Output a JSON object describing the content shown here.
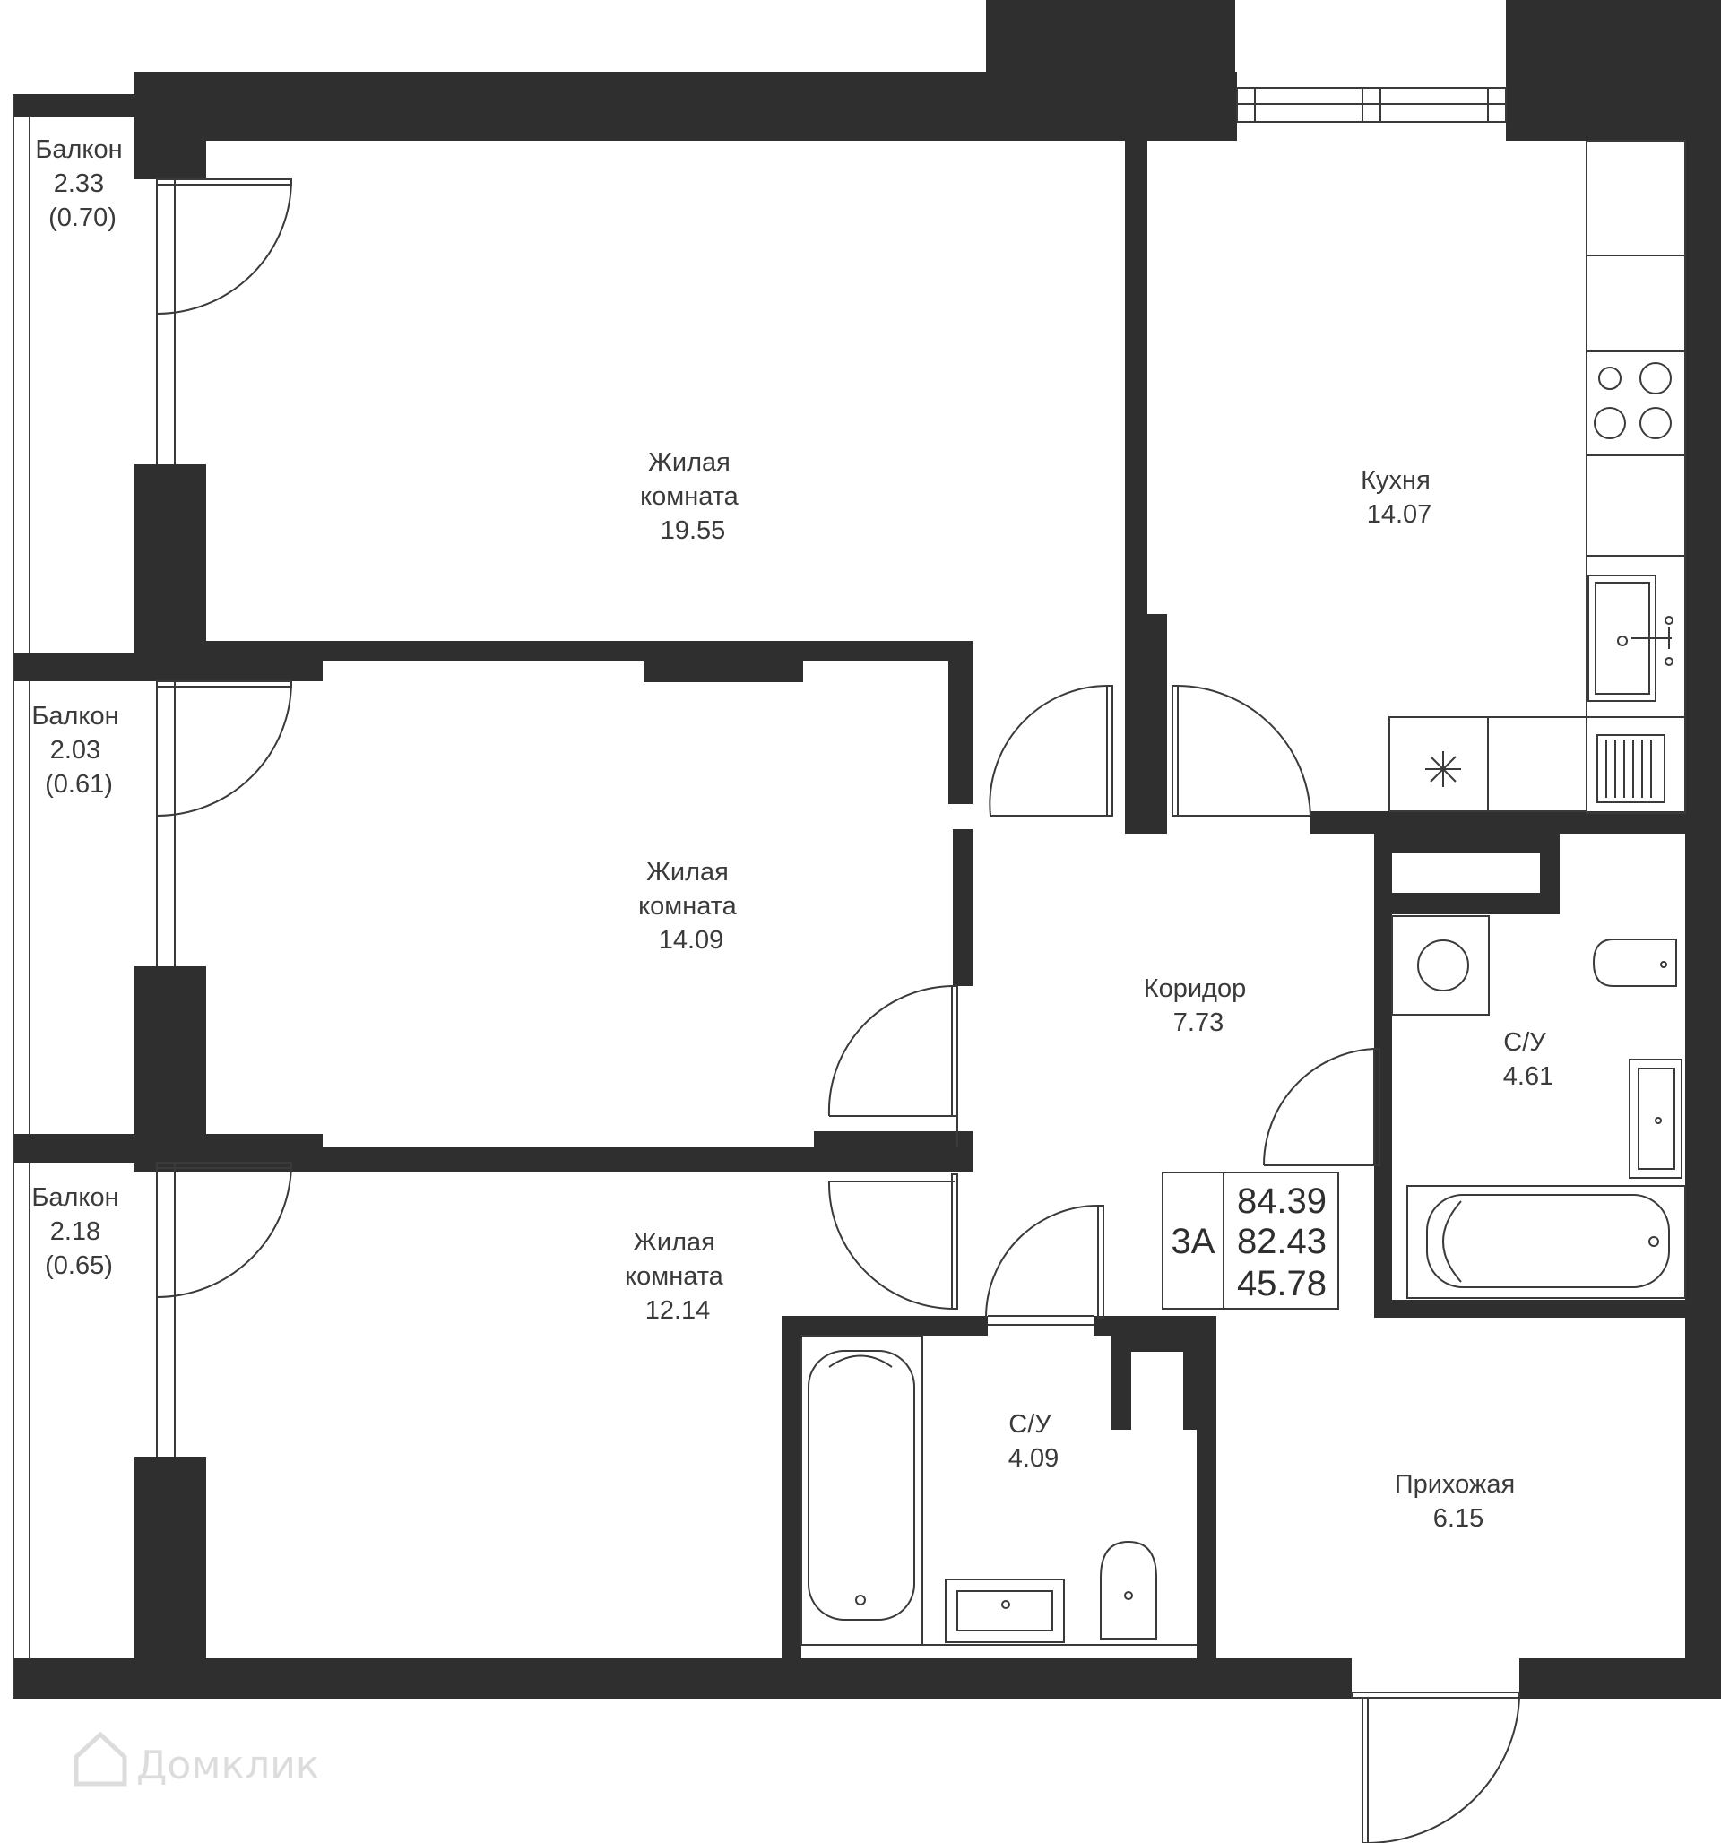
{
  "rooms": [
    {
      "id": "balcony-1",
      "lines": [
        "Балкон",
        "2.33",
        "(0.70)"
      ]
    },
    {
      "id": "balcony-2",
      "lines": [
        "Балкон",
        "2.03",
        "(0.61)"
      ]
    },
    {
      "id": "balcony-3",
      "lines": [
        "Балкон",
        "2.18",
        "(0.65)"
      ]
    },
    {
      "id": "living-room-1",
      "lines": [
        "Жилая",
        "комната",
        "19.55"
      ]
    },
    {
      "id": "living-room-2",
      "lines": [
        "Жилая",
        "комната",
        "14.09"
      ]
    },
    {
      "id": "living-room-3",
      "lines": [
        "Жилая",
        "комната",
        "12.14"
      ]
    },
    {
      "id": "kitchen",
      "lines": [
        "Кухня",
        "14.07"
      ]
    },
    {
      "id": "corridor",
      "lines": [
        "Коридор",
        "7.73"
      ]
    },
    {
      "id": "bathroom-1",
      "lines": [
        "С/У",
        "4.61"
      ]
    },
    {
      "id": "bathroom-2",
      "lines": [
        "С/У",
        "4.09"
      ]
    },
    {
      "id": "hallway",
      "lines": [
        "Прихожая",
        "6.15"
      ]
    }
  ],
  "summary": {
    "apartment_type": "3А",
    "total_area": "84.39",
    "area_without_balconies": "82.43",
    "living_area": "45.78"
  },
  "watermark": "Домклик",
  "colors": {
    "wall": "#2f2f2f",
    "line": "#3a3a3a",
    "background": "#ffffff"
  }
}
